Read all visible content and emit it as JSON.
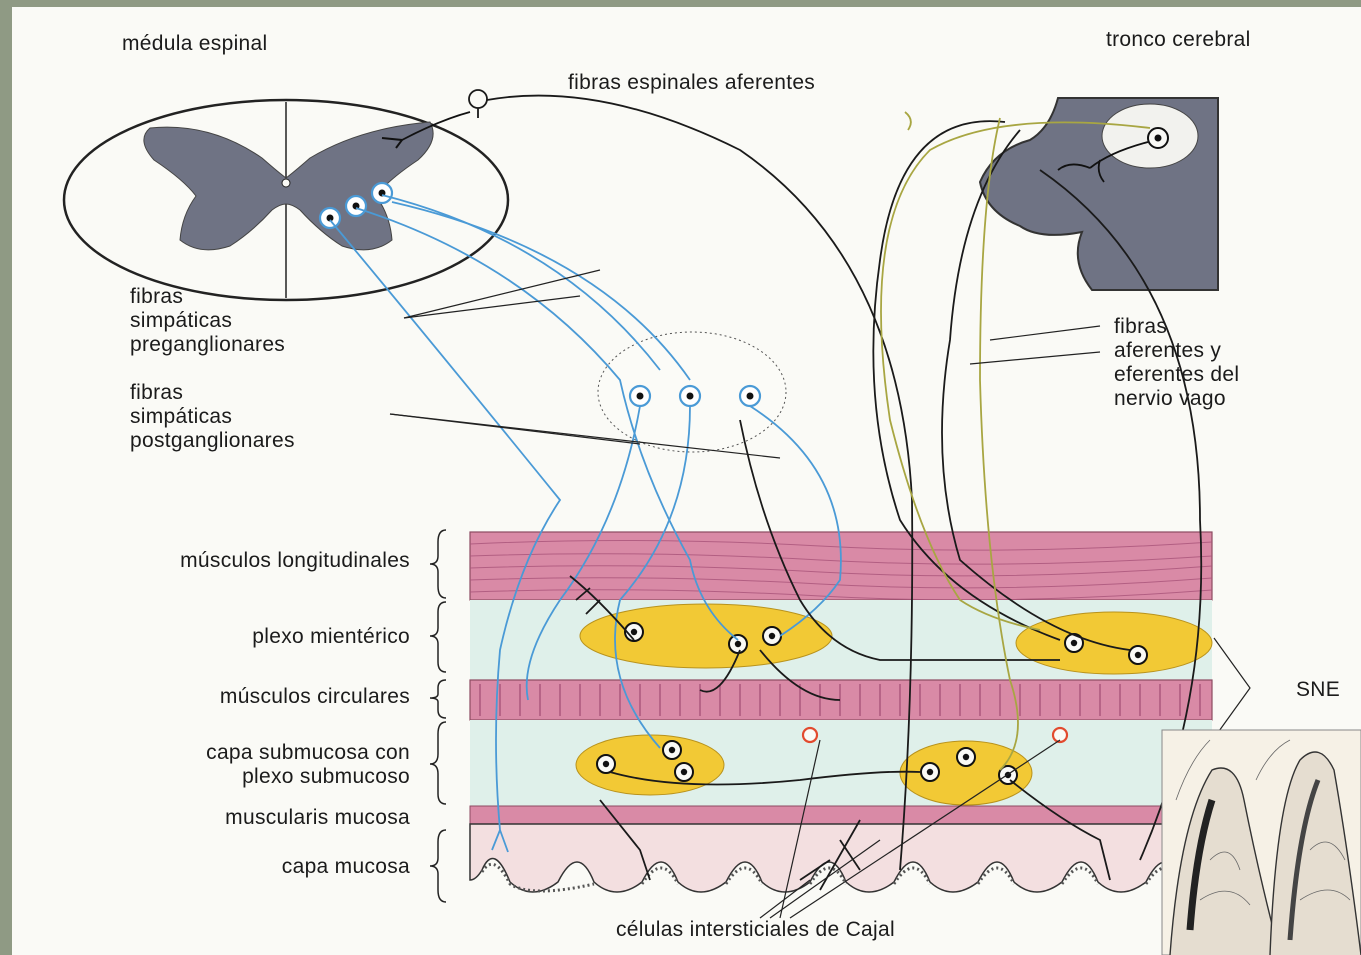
{
  "labels": {
    "medula_espinal": "médula espinal",
    "tronco_cerebral": "tronco cerebral",
    "fibras_espinales_aferentes": "fibras espinales aferentes",
    "fibras_simpaticas_preganglionares": "fibras\nsimpáticas\npreganglionares",
    "fibras_simpaticas_postganglionares": "fibras\nsimpáticas\npostganglionares",
    "fibras_nervio_vago": "fibras\naferentes y\neferentes del\nnervio vago",
    "musculos_longitudinales": "músculos longitudinales",
    "plexo_mienterico": "plexo mientérico",
    "musculos_circulares": "músculos circulares",
    "capa_submucosa": "capa submucosa con\nplexo submucoso",
    "muscularis_mucosa": "muscularis mucosa",
    "capa_mucosa": "capa mucosa",
    "celulas_cajal": "células intersticiales de Cajal",
    "sne": "SNE"
  },
  "colors": {
    "slide_border": "#8f9a84",
    "background": "#fafaf6",
    "gray_matter": "#6f7384",
    "sympathetic_fiber": "#4a9ad6",
    "vagal_fiber": "#a8a642",
    "afferent_fiber": "#1a1a1a",
    "muscle_layer": "#d98aa6",
    "plexus_band": "#dff0ea",
    "ganglion": "#f2c935",
    "mucosa": "#f3dfe0",
    "cajal_cell": "#e24a2e"
  }
}
